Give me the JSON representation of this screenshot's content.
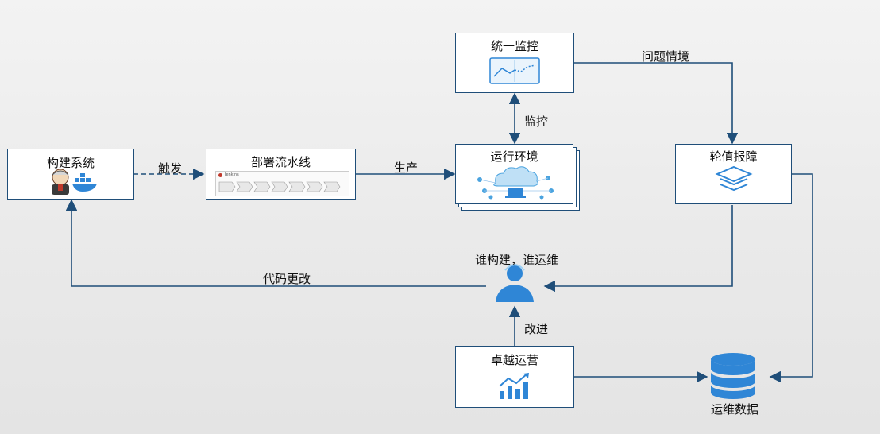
{
  "nodes": {
    "build_system": "构建系统",
    "deploy_pipeline": "部署流水线",
    "unified_monitor": "统一监控",
    "runtime_env": "运行环境",
    "on_call": "轮值报障",
    "excellent_ops": "卓越运营",
    "ops_data": "运维数据",
    "person": "谁构建，谁运维"
  },
  "edges": {
    "trigger": "触发",
    "produce": "生产",
    "monitor": "监控",
    "problem_context": "问题情境",
    "code_change": "代码更改",
    "improve": "改进"
  },
  "pipeline_mini_header": "Jenkins",
  "colors": {
    "border": "#1f4e79",
    "arrow": "#1f4e79",
    "icon_blue": "#2f86d6"
  }
}
